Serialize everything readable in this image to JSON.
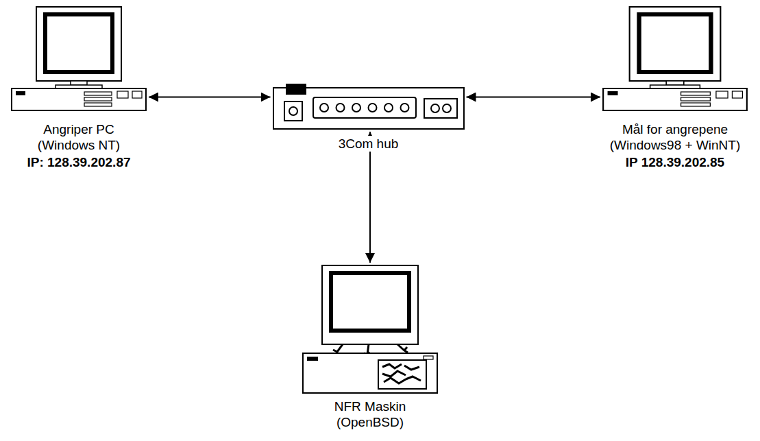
{
  "diagram": {
    "nodes": [
      {
        "text": [
          "Angriper PC (Windows NT)",
          "IP: 128.39.202.87"
        ]
      },
      {
        "text": [
          "3Com hub"
        ]
      },
      {
        "text": [
          "Mål for angrepene (Windows98 + WinNT)",
          "IP 128.39.202.85"
        ]
      },
      {
        "text": [
          "NFR Maskin (OpenBSD)"
        ]
      }
    ],
    "edges": [
      {
        "from": 0,
        "to": 1,
        "arrow": "both"
      },
      {
        "from": 1,
        "to": 2,
        "arrow": "both"
      },
      {
        "from": 1,
        "to": 3,
        "arrow": "both"
      }
    ]
  }
}
